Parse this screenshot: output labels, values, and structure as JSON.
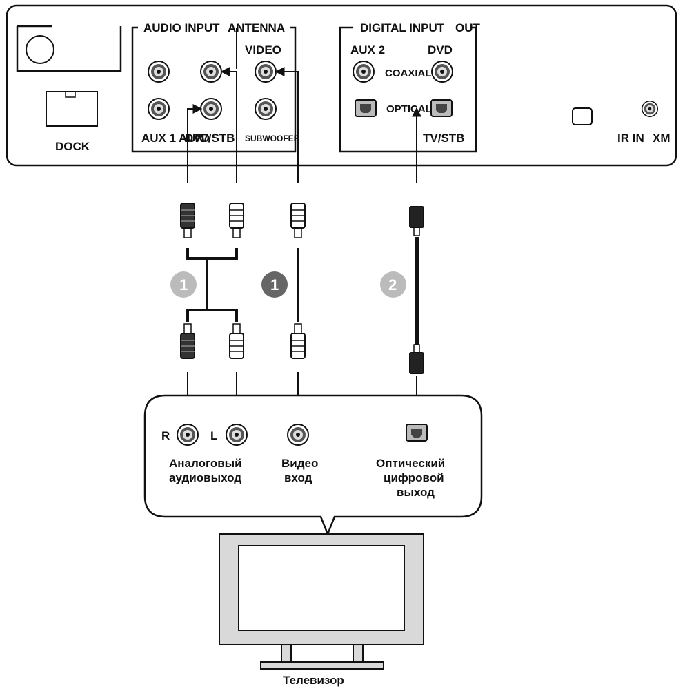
{
  "receiver": {
    "dock_label": "DOCK",
    "audio_input_title": "AUDIO INPUT",
    "antenna_title": "ANTENNA",
    "video_label": "VIDEO",
    "aux1_label": "AUX 1",
    "aux_overlap_label": "AUX",
    "dvd_overlap_label": "DVD",
    "tvstb_label_analog": "TV/STB",
    "subwoofer_label": "SUBWOOFER",
    "digital_input_title": "DIGITAL INPUT",
    "out_title": "OUT",
    "aux2_label": "AUX 2",
    "dvd_label": "DVD",
    "coaxial_label": "COAXIAL",
    "optical_label": "OPTICAL",
    "tvstb_label_digital": "TV/STB",
    "ir_in_label": "IR IN",
    "xm_label": "XM"
  },
  "cables": {
    "step_1a": "1",
    "step_1b": "1",
    "step_2": "2"
  },
  "tv_panel": {
    "r_label": "R",
    "l_label": "L",
    "analog_out_line1": "Аналоговый",
    "analog_out_line2": "аудиовыход",
    "video_in_line1": "Видео",
    "video_in_line2": "вход",
    "optical_out_line1": "Оптический",
    "optical_out_line2": "цифровой",
    "optical_out_line3": "выход"
  },
  "tv_label": "Телевизор",
  "colors": {
    "line": "#111111",
    "panel_fill": "#ffffff",
    "step_light": "#bbbbbb",
    "step_dark": "#666666",
    "tv_body": "#d9d9d9"
  }
}
